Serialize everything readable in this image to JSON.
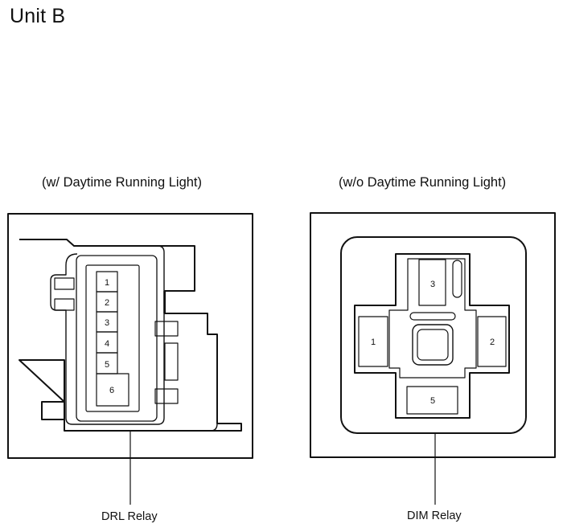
{
  "title": "Unit B",
  "left": {
    "caption": "(w/ Daytime Running Light)",
    "relay_label": "DRL Relay",
    "pins": [
      "1",
      "2",
      "3",
      "4",
      "5",
      "6"
    ]
  },
  "right": {
    "caption": "(w/o Daytime Running Light)",
    "relay_label": "DIM Relay",
    "pins": [
      "1",
      "2",
      "3",
      "5"
    ]
  }
}
